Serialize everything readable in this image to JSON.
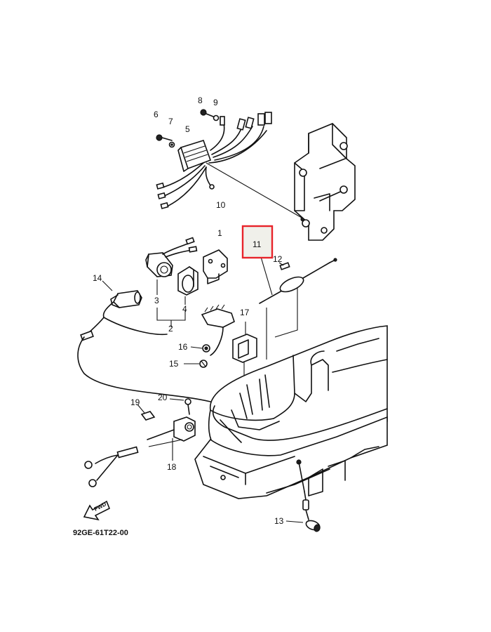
{
  "diagram": {
    "code": "92GE-61T22-00",
    "fwd_label": "FWD",
    "highlight_color": "#e8232a",
    "highlight_fill": "#f0f0ea",
    "callouts": [
      {
        "id": "1",
        "label": "1"
      },
      {
        "id": "2",
        "label": "2"
      },
      {
        "id": "3",
        "label": "3"
      },
      {
        "id": "4",
        "label": "4"
      },
      {
        "id": "5",
        "label": "5"
      },
      {
        "id": "6",
        "label": "6"
      },
      {
        "id": "7",
        "label": "7"
      },
      {
        "id": "8",
        "label": "8"
      },
      {
        "id": "9",
        "label": "9"
      },
      {
        "id": "10",
        "label": "10"
      },
      {
        "id": "11",
        "label": "11"
      },
      {
        "id": "12",
        "label": "12"
      },
      {
        "id": "13",
        "label": "13"
      },
      {
        "id": "14",
        "label": "14"
      },
      {
        "id": "15",
        "label": "15"
      },
      {
        "id": "16",
        "label": "16"
      },
      {
        "id": "17",
        "label": "17"
      },
      {
        "id": "18",
        "label": "18"
      },
      {
        "id": "19",
        "label": "19"
      },
      {
        "id": "20",
        "label": "20"
      }
    ],
    "highlighted_part": "11"
  }
}
